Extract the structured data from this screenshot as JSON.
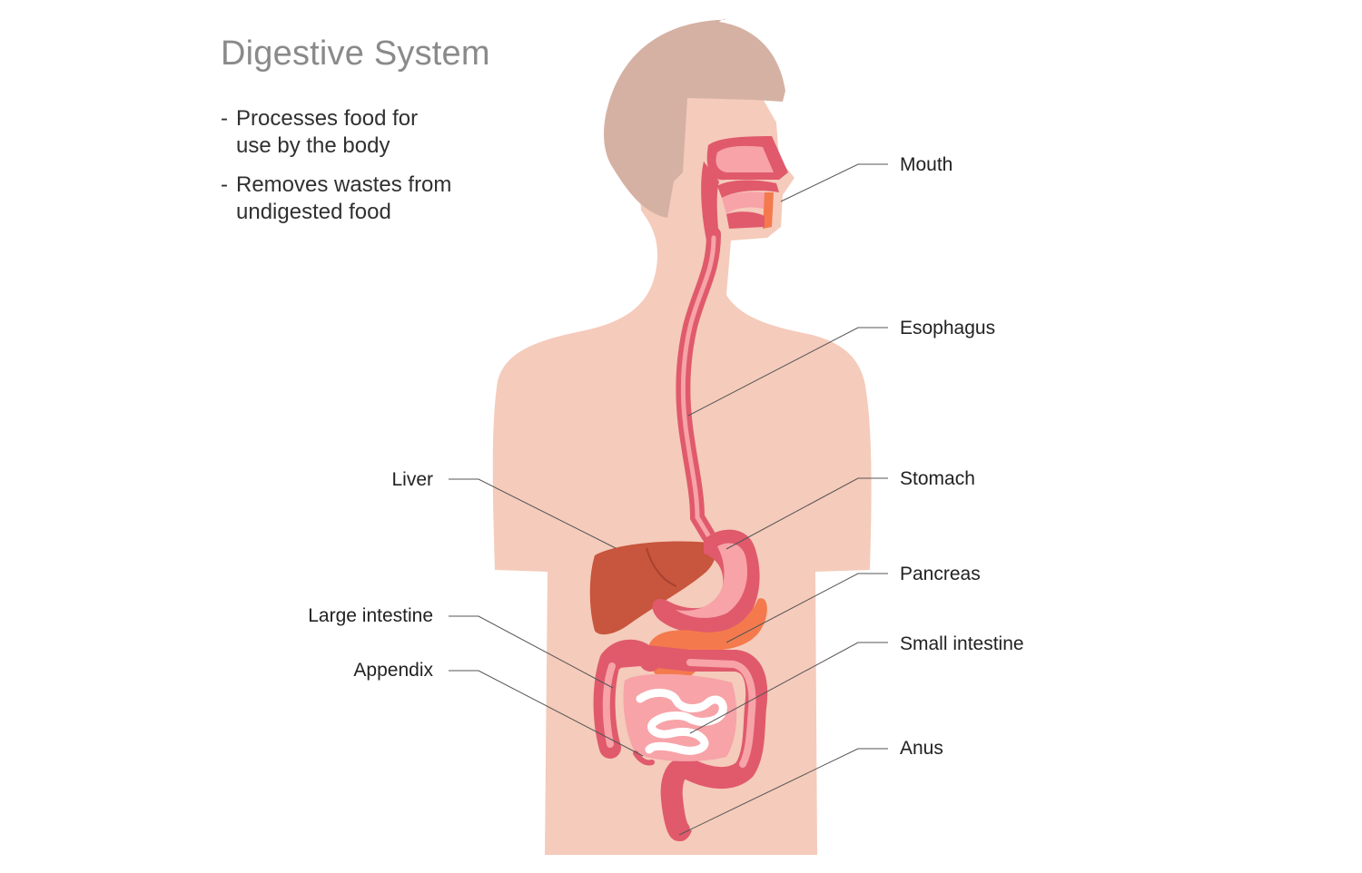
{
  "title": "Digestive System",
  "bullets": [
    {
      "lines": [
        "Processes food for",
        "use by the body"
      ]
    },
    {
      "lines": [
        "Removes wastes from",
        "undigested food"
      ]
    }
  ],
  "labels": {
    "mouth": "Mouth",
    "esophagus": "Esophagus",
    "stomach": "Stomach",
    "pancreas": "Pancreas",
    "small_intestine": "Small intestine",
    "anus": "Anus",
    "liver": "Liver",
    "large_intestine": "Large intestine",
    "appendix": "Appendix"
  },
  "colors": {
    "skin": "#f5cbbb",
    "hair": "#d5b1a4",
    "gut_dark": "#e05a6c",
    "gut_light": "#f7a3a8",
    "liver": "#c8553d",
    "pancreas": "#f47a4d",
    "leader_line": "#555555"
  }
}
